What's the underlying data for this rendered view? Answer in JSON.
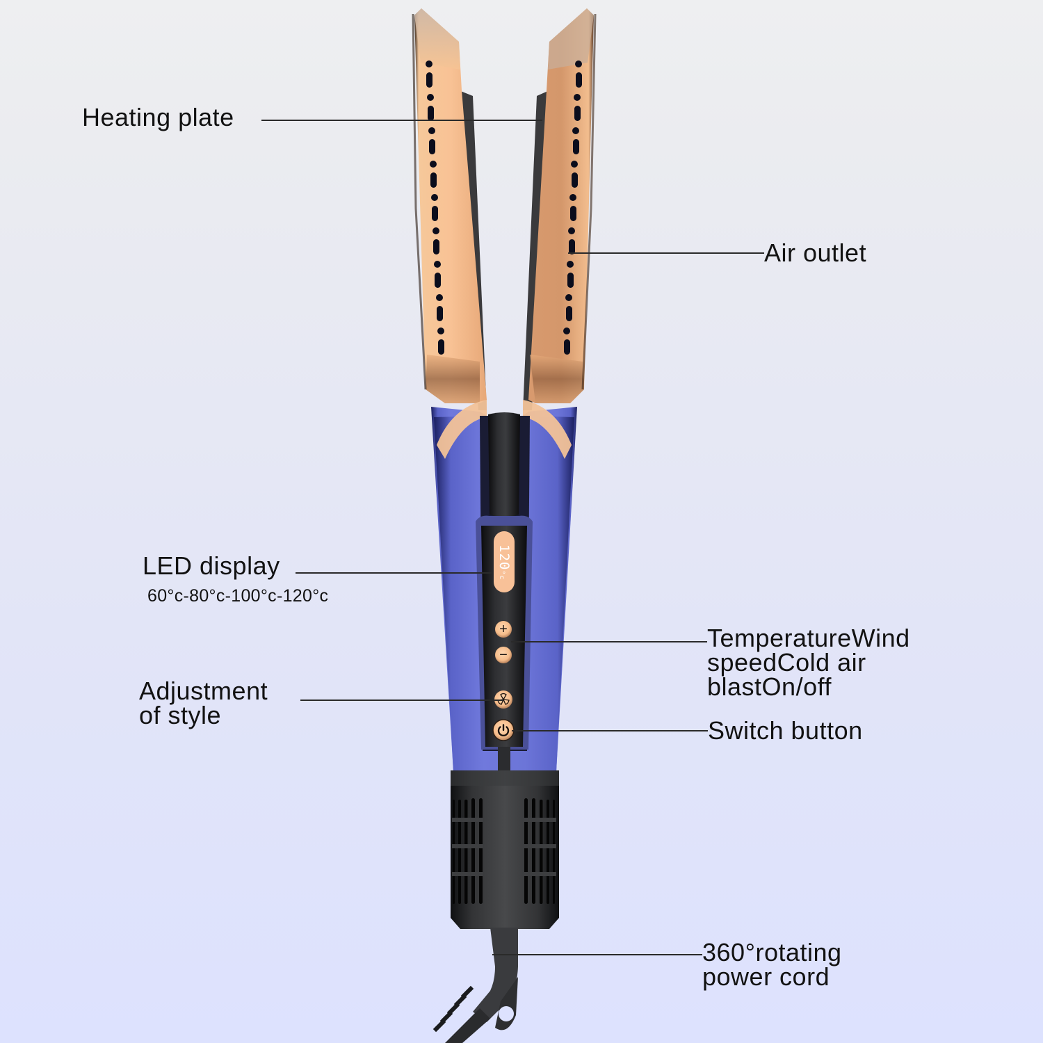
{
  "product": {
    "name": "Hair straightener / air styler",
    "colors": {
      "body_blue": "#6c76d8",
      "body_blue_dark": "#1f2566",
      "plate_rose_gold": "#f3bb8a",
      "plate_shadow": "#c98d62",
      "handle_black": "#2e2f31",
      "button_peach": "#f7c08f",
      "background_top": "#eeeff1",
      "background_bottom": "#dde2fe"
    },
    "led_display": {
      "value": "120",
      "unit": "°c"
    },
    "buttons": [
      {
        "name": "plus",
        "glyph": "+"
      },
      {
        "name": "minus",
        "glyph": "−"
      },
      {
        "name": "fan",
        "glyph": "fan-icon"
      },
      {
        "name": "power",
        "glyph": "power-icon"
      }
    ]
  },
  "callouts": {
    "heating_plate": "Heating plate",
    "air_outlet": "Air outlet",
    "led_display": "LED display",
    "led_range": "60°c-80°c-100°c-120°c",
    "temp_controls": [
      "TemperatureWind",
      "speedCold air",
      "blastOn/off"
    ],
    "adjustment_style": [
      "Adjustment",
      "of style"
    ],
    "switch_button": "Switch button",
    "power_cord": [
      "360°rotating",
      "power cord"
    ]
  }
}
